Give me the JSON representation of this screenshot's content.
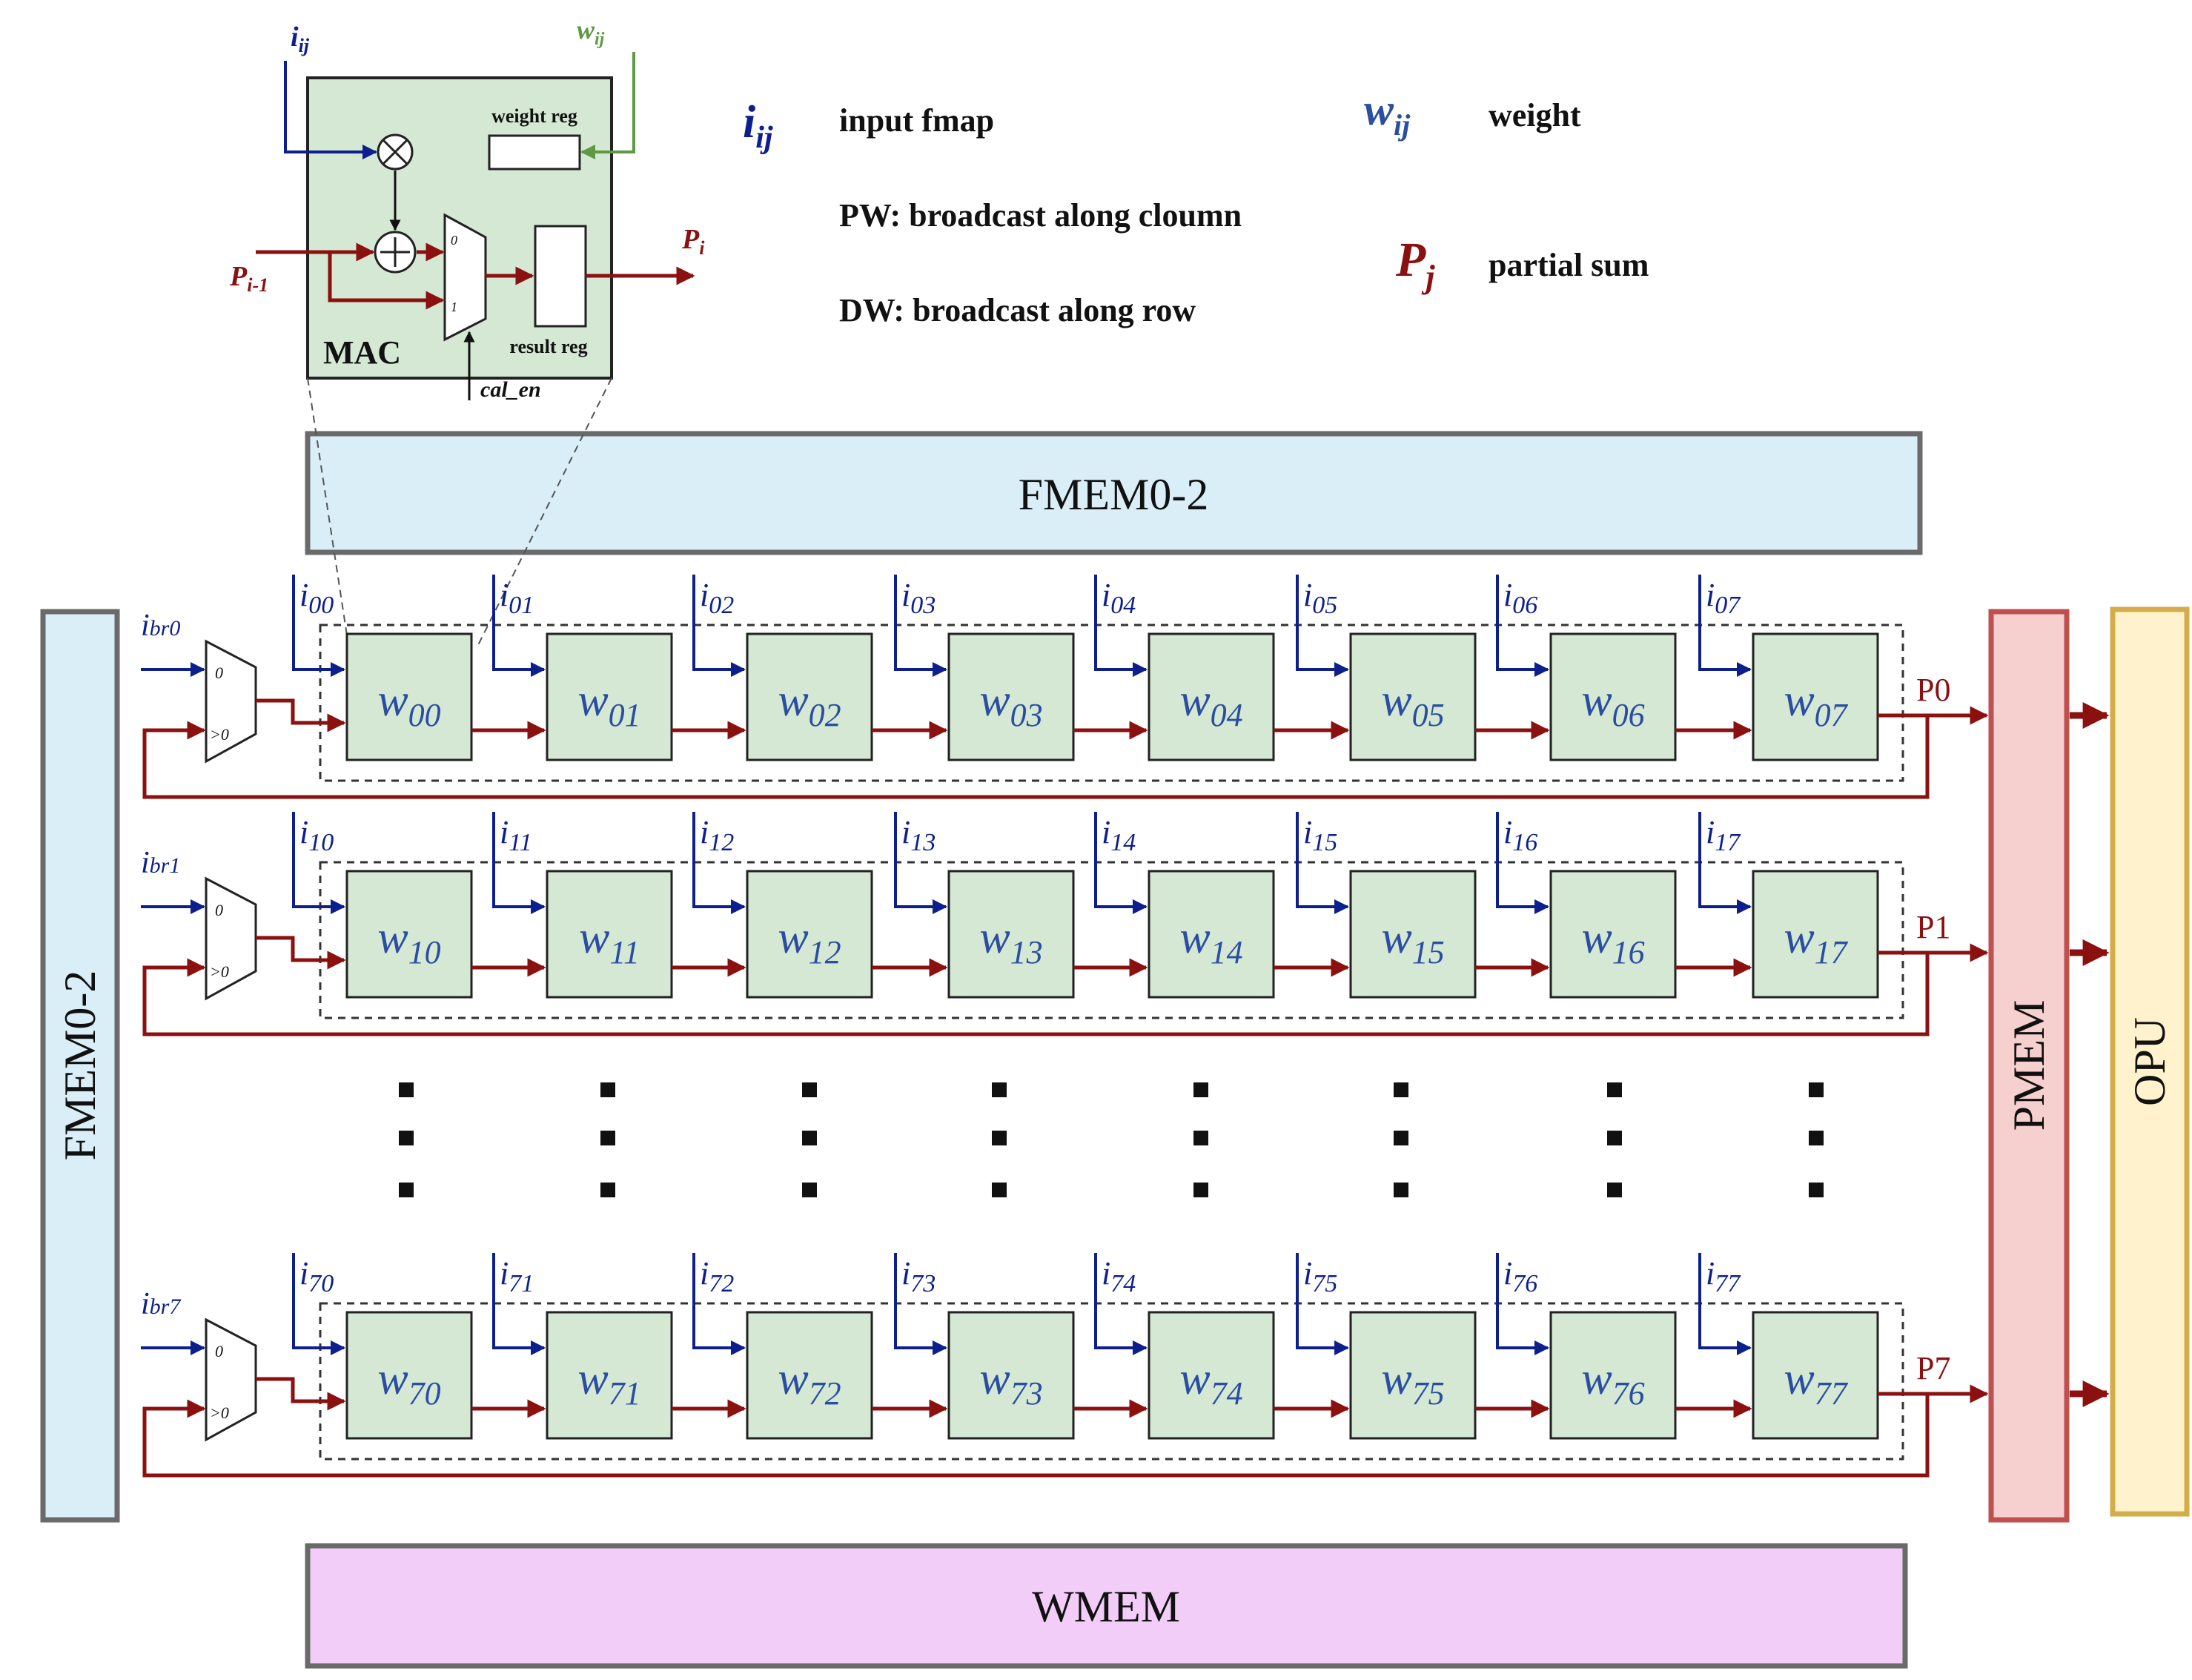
{
  "blocks": {
    "fmem_top": "FMEM0-2",
    "fmem_left": "FMEM0-2",
    "wmem": "WMEM",
    "pmem": "PMEM",
    "opu": "OPU"
  },
  "mac_detail": {
    "title": "MAC",
    "weight_reg": "weight reg",
    "result_reg": "result reg",
    "cal_en": "cal_en",
    "in_i": {
      "base": "i",
      "sub": "ij"
    },
    "in_w": {
      "base": "w",
      "sub": "ij"
    },
    "in_p": {
      "base": "P",
      "sub": "i-1"
    },
    "out_p": {
      "base": "P",
      "sub": "i"
    },
    "mux_in0": "0",
    "mux_in1": "1"
  },
  "legend": {
    "i_sym": {
      "base": "i",
      "sub": "ij"
    },
    "i_text": "input fmap",
    "w_sym": {
      "base": "w",
      "sub": "ij"
    },
    "w_text": "weight",
    "p_sym": {
      "base": "P",
      "sub": "j"
    },
    "p_text": "partial  sum",
    "pw_text": "PW: broadcast along cloumn",
    "dw_text": "DW: broadcast along row"
  },
  "array": {
    "rows": [
      {
        "ibr": "br0",
        "idx": "0",
        "pout": "P0"
      },
      {
        "ibr": "br1",
        "idx": "1",
        "pout": "P1"
      },
      {
        "ibr": "br7",
        "idx": "7",
        "pout": "P7"
      }
    ],
    "columns": [
      "0",
      "1",
      "2",
      "3",
      "4",
      "5",
      "6",
      "7"
    ],
    "mux_in0": "0",
    "mux_in1": ">0"
  },
  "colors": {
    "input": "#0d1f8c",
    "weight": "#5c9a44",
    "psum": "#8b1111",
    "pe_fill": "#d5e8d4",
    "fmem": "#d9eef6",
    "wmem": "#f2cdf7",
    "pmem": "#f6cfcf",
    "opu": "#fff2cc"
  }
}
